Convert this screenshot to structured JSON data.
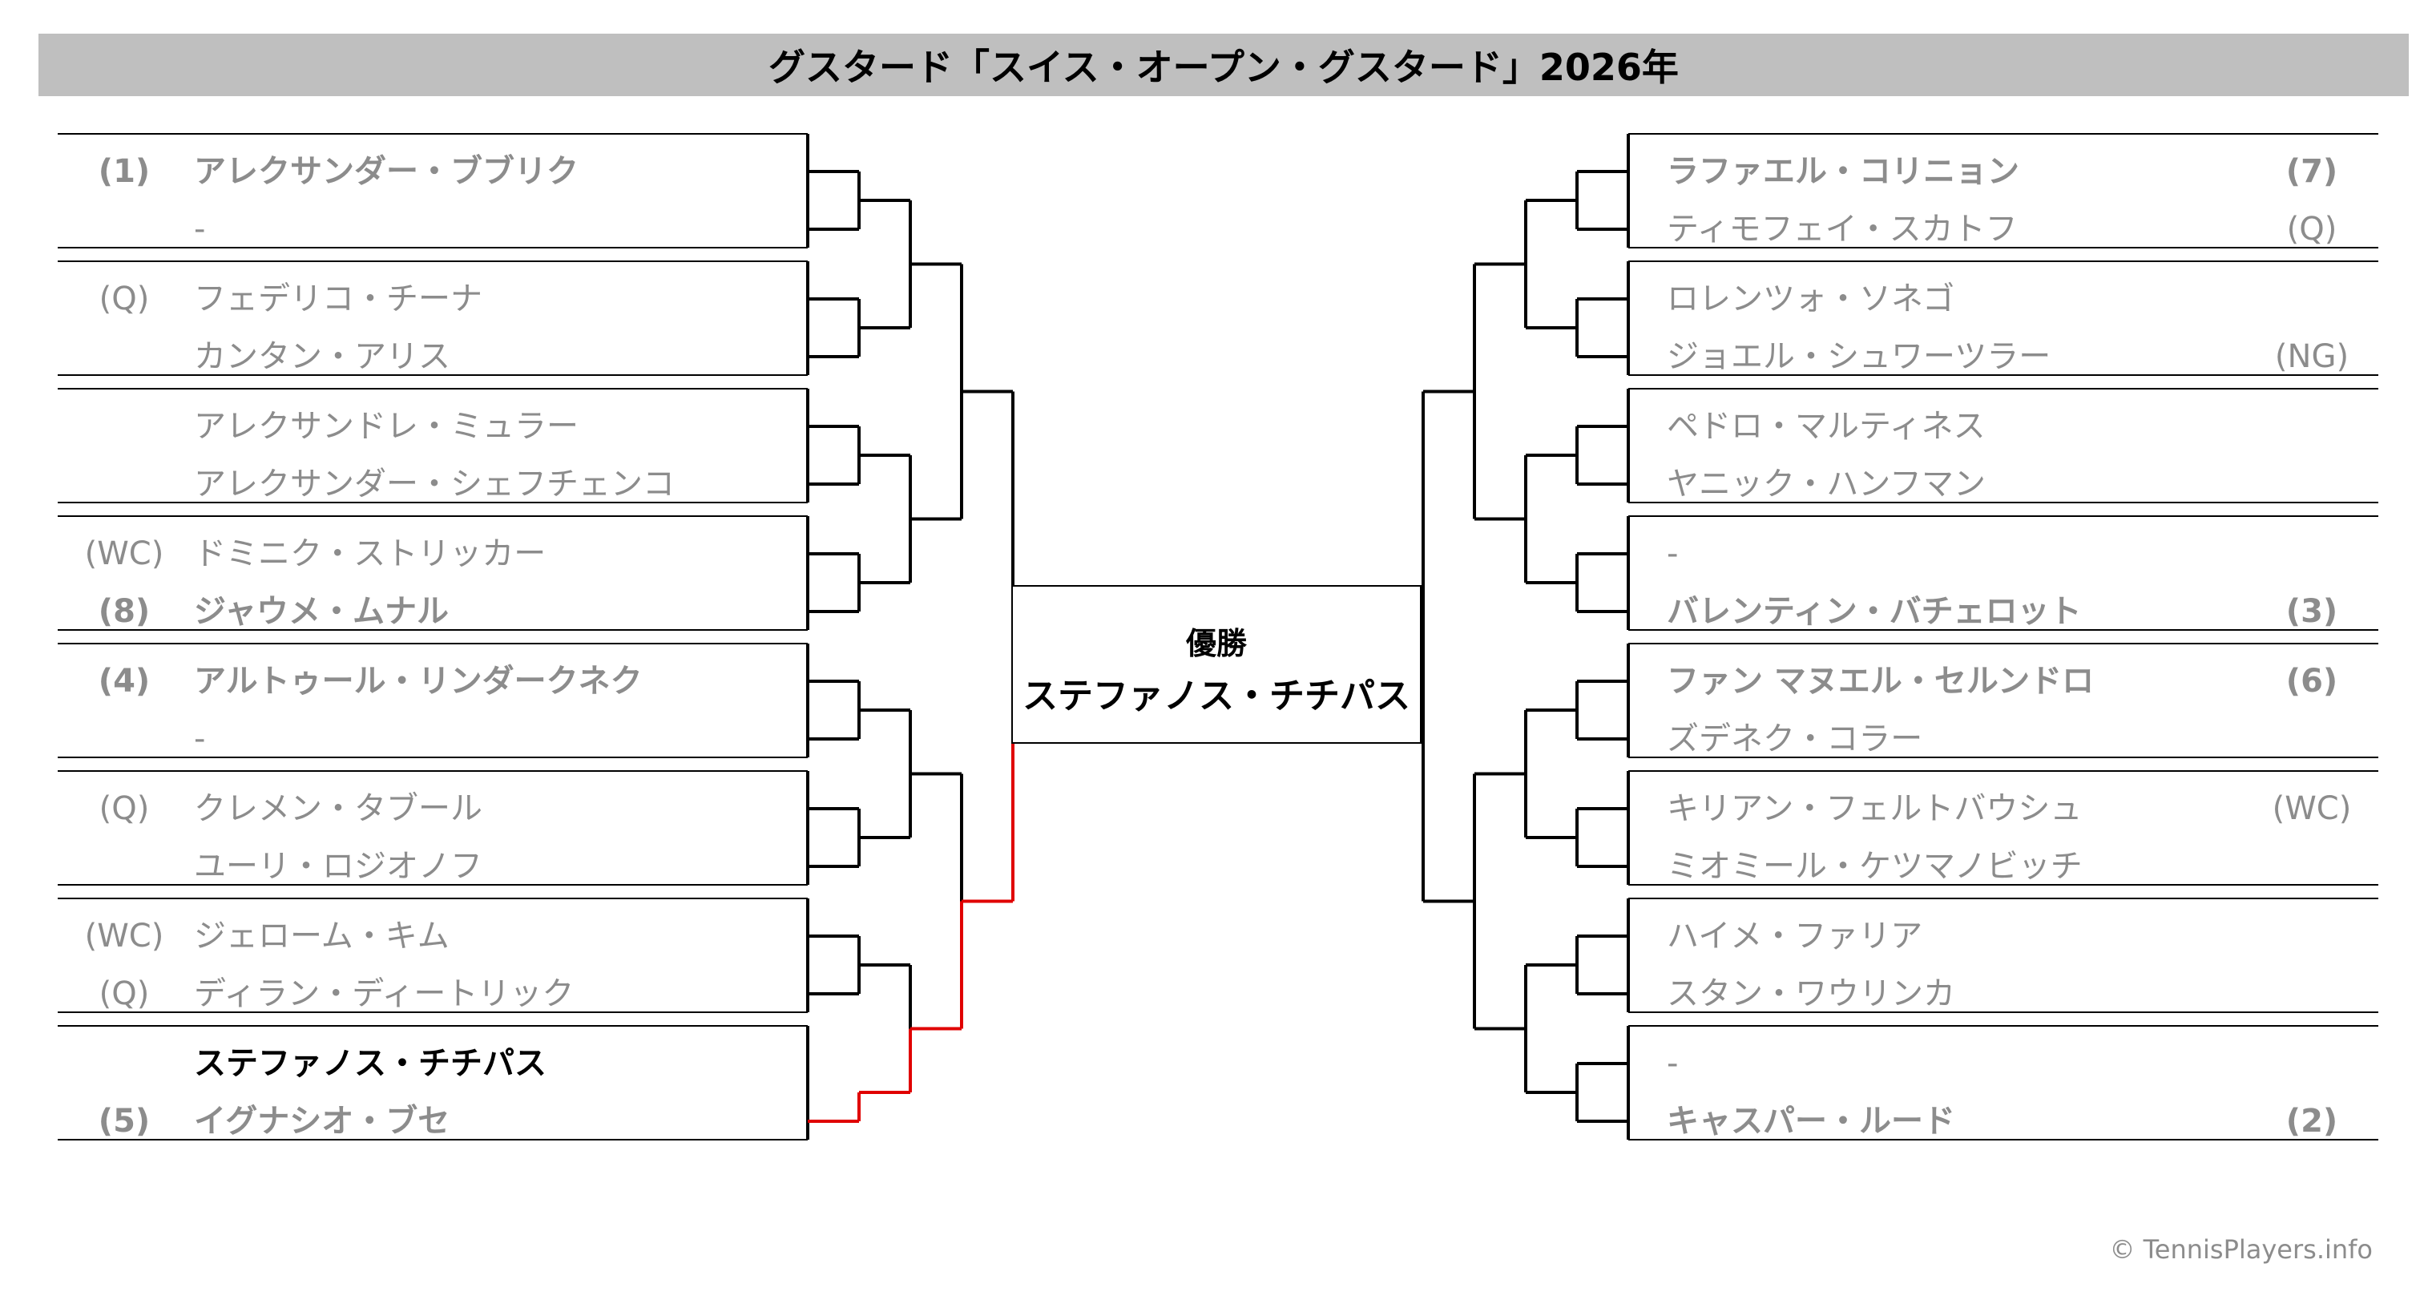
{
  "title": "グスタード「スイス・オープン・グスタード」2026年",
  "champion": {
    "label": "優勝",
    "name": "ステファノス・チチパス"
  },
  "copyright": "© TennisPlayers.info",
  "colors": {
    "title_bar": "#bfbfbf",
    "winner_path": "#e00000",
    "line": "#000000",
    "muted_text": "#8c8c8c"
  },
  "bracket": {
    "left": [
      {
        "seed": "(1)",
        "name": "アレクサンダー・ブブリク",
        "bold": true
      },
      {
        "seed": "",
        "name": "-",
        "bold": false
      },
      {
        "seed": "(Q)",
        "name": "フェデリコ・チーナ",
        "bold": false
      },
      {
        "seed": "",
        "name": "カンタン・アリス",
        "bold": false
      },
      {
        "seed": "",
        "name": "アレクサンドレ・ミュラー",
        "bold": false
      },
      {
        "seed": "",
        "name": "アレクサンダー・シェフチェンコ",
        "bold": false
      },
      {
        "seed": "(WC)",
        "name": "ドミニク・ストリッカー",
        "bold": false
      },
      {
        "seed": "(8)",
        "name": "ジャウメ・ムナル",
        "bold": true
      },
      {
        "seed": "(4)",
        "name": "アルトゥール・リンダークネク",
        "bold": true
      },
      {
        "seed": "",
        "name": "-",
        "bold": false
      },
      {
        "seed": "(Q)",
        "name": "クレメン・タブール",
        "bold": false
      },
      {
        "seed": "",
        "name": "ユーリ・ロジオノフ",
        "bold": false
      },
      {
        "seed": "(WC)",
        "name": "ジェローム・キム",
        "bold": false
      },
      {
        "seed": "(Q)",
        "name": "ディラン・ディートリック",
        "bold": false
      },
      {
        "seed": "",
        "name": "ステファノス・チチパス",
        "bold": true,
        "winner": true
      },
      {
        "seed": "(5)",
        "name": "イグナシオ・ブセ",
        "bold": true
      }
    ],
    "right": [
      {
        "seed": "(7)",
        "name": "ラファエル・コリニョン",
        "bold": true
      },
      {
        "seed": "(Q)",
        "name": "ティモフェイ・スカトフ",
        "bold": false
      },
      {
        "seed": "",
        "name": "ロレンツォ・ソネゴ",
        "bold": false
      },
      {
        "seed": "(NG)",
        "name": "ジョエル・シュワーツラー",
        "bold": false
      },
      {
        "seed": "",
        "name": "ペドロ・マルティネス",
        "bold": false
      },
      {
        "seed": "",
        "name": "ヤニック・ハンフマン",
        "bold": false
      },
      {
        "seed": "",
        "name": "-",
        "bold": false
      },
      {
        "seed": "(3)",
        "name": "バレンティン・バチェロット",
        "bold": true
      },
      {
        "seed": "(6)",
        "name": "ファン マヌエル・セルンドロ",
        "bold": true
      },
      {
        "seed": "",
        "name": "ズデネク・コラー",
        "bold": false
      },
      {
        "seed": "(WC)",
        "name": "キリアン・フェルトバウシュ",
        "bold": false
      },
      {
        "seed": "",
        "name": "ミオミール・ケツマノビッチ",
        "bold": false
      },
      {
        "seed": "",
        "name": "ハイメ・ファリア",
        "bold": false
      },
      {
        "seed": "",
        "name": "スタン・ワウリンカ",
        "bold": false
      },
      {
        "seed": "",
        "name": "-",
        "bold": false
      },
      {
        "seed": "(2)",
        "name": "キャスパー・ルード",
        "bold": true
      }
    ]
  }
}
